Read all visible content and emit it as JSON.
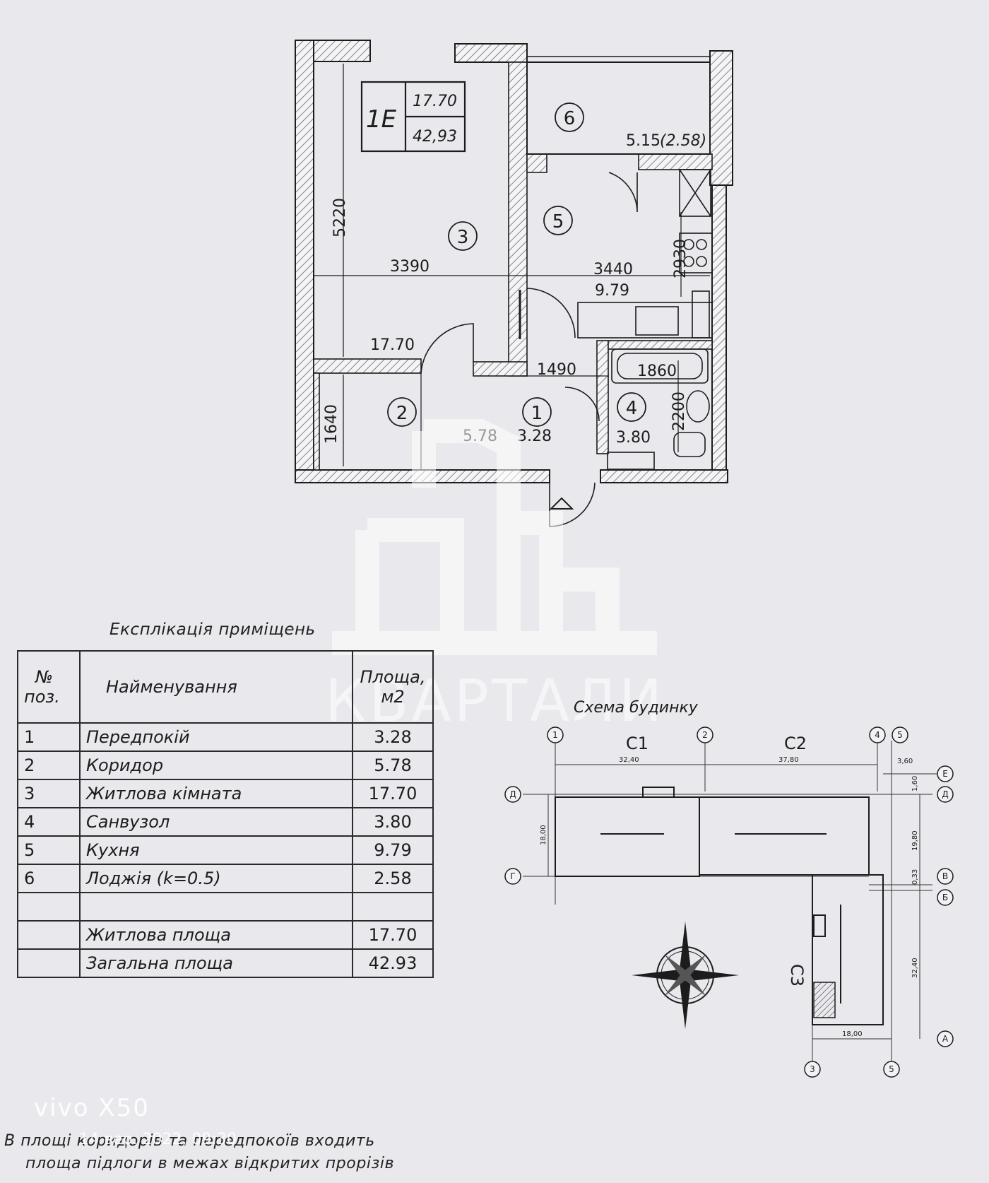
{
  "plan": {
    "apartment_code": "1E",
    "living_area": "17.70",
    "total_area": "42,93",
    "rooms": [
      {
        "no": "1",
        "area": "3.28"
      },
      {
        "no": "2",
        "area": "5.78"
      },
      {
        "no": "3",
        "area": "17.70"
      },
      {
        "no": "4",
        "area": "3.80"
      },
      {
        "no": "5",
        "area": "9.79"
      },
      {
        "no": "6",
        "area": "5.15",
        "area_adj": "(2.58)"
      }
    ],
    "dimensions": {
      "d3390": "3390",
      "d5220": "5220",
      "d3440": "3440",
      "d2930": "2930",
      "d1490": "1490",
      "d1860": "1860",
      "d2200": "2200",
      "d1640": "1640"
    }
  },
  "explication": {
    "title": "Експлікація приміщень",
    "header_no": "№",
    "header_no2": "поз.",
    "header_name": "Найменування",
    "header_area": "Площа,",
    "header_area_unit": "м2",
    "rows": [
      {
        "no": "1",
        "name": "Передпокій",
        "area": "3.28"
      },
      {
        "no": "2",
        "name": "Коридор",
        "area": "5.78"
      },
      {
        "no": "3",
        "name": "Житлова кімната",
        "area": "17.70"
      },
      {
        "no": "4",
        "name": "Санвузол",
        "area": "3.80"
      },
      {
        "no": "5",
        "name": "Кухня",
        "area": "9.79"
      },
      {
        "no": "6",
        "name": "Лоджія (k=0.5)",
        "area": "2.58"
      }
    ],
    "living_label": "Житлова площа",
    "living_value": "17.70",
    "total_label": "Загальна площа",
    "total_value": "42.93"
  },
  "scheme": {
    "title": "Схема будинку",
    "sections": [
      "С1",
      "С2",
      "С3"
    ],
    "axes_top": [
      "1",
      "2",
      "4",
      "5"
    ],
    "axes_bottom": [
      "3",
      "5"
    ],
    "axes_right": [
      "Е",
      "Д",
      "В",
      "Б",
      "А"
    ],
    "axes_left": [
      "Д",
      "Г"
    ],
    "dims": {
      "top1": "32,40",
      "top2": "37,80",
      "top3": "3,60",
      "left": "18,00",
      "r1": "1,60",
      "r2": "19,80",
      "r3": "0,33",
      "r4": "32,40",
      "bottom": "18,00"
    }
  },
  "watermark": {
    "brand": "КВАРТАЛИ"
  },
  "footnote": {
    "line1": "В площі коридорів та передпокоїв входить",
    "line2": "площа підлоги в межах відкритих прорізів"
  },
  "camera": {
    "model": "vivo X50",
    "date": "14 вер. 2022, 09:30"
  },
  "colors": {
    "paper": "#e9e8ec",
    "ink": "#1c1c1c"
  }
}
